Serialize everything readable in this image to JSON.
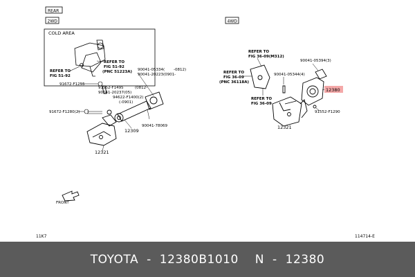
{
  "labels": {
    "rear": "REAR",
    "drive2": "2WD",
    "drive4": "4WD",
    "cold_area": "COLD AREA",
    "refer_fig_51_92_a": "REFER TO",
    "refer_fig_51_92_b": "FIG 51-92",
    "refer_fig_51_92_c": "(PNC 51223A)",
    "refer_left_a": "REFER TO",
    "refer_left_b": "FIG 51-92",
    "p_91672_f1255": "91672-F1255",
    "p_91552_f1495": "91552-F1495",
    "p_90041_20237": "90041-20237(05)",
    "p_90041_05334": "90041-05334(",
    "p_90041_05334_note": "-0812)",
    "p_90041_20223": "90041-20223(0901-",
    "p_94622_f1400": "94622-F1400(2)",
    "p_0901": "(-0901)",
    "p_90041_05334_r": "(0812-",
    "p_91672_f1280": "91672-F1280(2)",
    "p_12309": "12309",
    "p_90041_78069": "90041-78069",
    "p_12321_left": "12321",
    "refer_36_09_m312_a": "REFER TO",
    "refer_36_09_m312_b": "FIG 36-09(M312)",
    "refer_36_09_pnc_a": "REFER TO",
    "refer_36_09_pnc_b": "FIG 36-09",
    "refer_36_09_pnc_c": "(PNC 36118A)",
    "refer_36_09_c_a": "REFER TO",
    "refer_36_09_c_b": "FIG 36-09",
    "p_90041_05394": "90041-05394(3)",
    "p_90041_05344": "90041-05344(4)",
    "p_12380": "12380",
    "p_91552_f1290": "91552-F1290",
    "p_12321_right": "12321",
    "front": "FRONT",
    "code_left": "11K7",
    "code_right": "114714-E"
  },
  "footer": {
    "brand": "TOYOTA",
    "sep1": "-",
    "part_number": "12380B1010",
    "ref": "N",
    "sep2": "-",
    "ref_number": "12380"
  },
  "colors": {
    "highlight": "#f4a8a8",
    "footer_bg": "#5b5b5b"
  }
}
